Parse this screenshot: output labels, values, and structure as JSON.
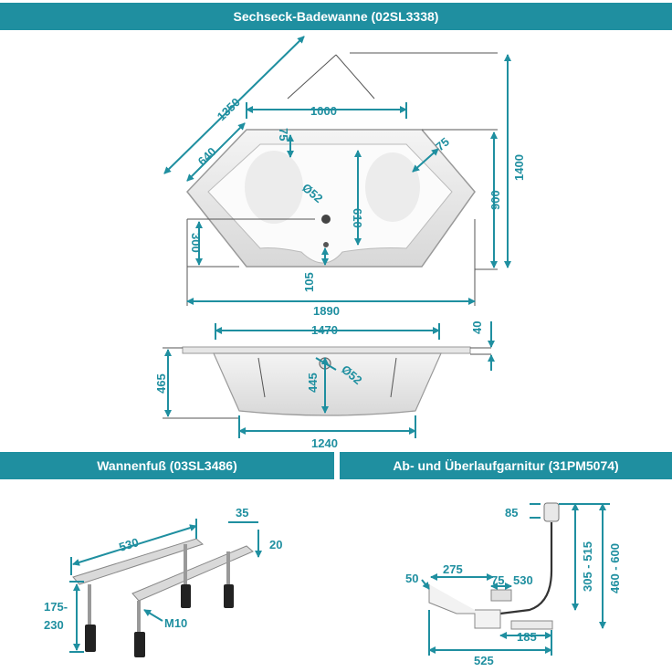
{
  "banners": {
    "top": "Sechseck-Badewanne (02SL3338)",
    "left": "Wannenfuß (03SL3486)",
    "right": "Ab- und Überlaufgarnitur (31PM5074)"
  },
  "dims": {
    "d1350": "1350",
    "d640": "640",
    "d1000": "1000",
    "d75a": "75",
    "d75b": "75",
    "d1400": "1400",
    "d900": "900",
    "d610": "610",
    "dO52a": "Ø52",
    "d300": "300",
    "d105": "105",
    "d1890": "1890",
    "d1470": "1470",
    "d40": "40",
    "d465": "465",
    "d445": "445",
    "dO52b": "Ø52",
    "d1240": "1240",
    "d530a": "530",
    "d35": "35",
    "d20": "20",
    "d175": "175-",
    "d230": "230",
    "dM10": "M10",
    "d85": "85",
    "d305": "305 - 515",
    "d460": "460 - 600",
    "d50": "50",
    "d275": "275",
    "d75c": "75",
    "d530b": "530",
    "d185": "185",
    "d525": "525"
  },
  "colors": {
    "accent": "#1f8fa0",
    "banner": "#1f8fa0"
  }
}
